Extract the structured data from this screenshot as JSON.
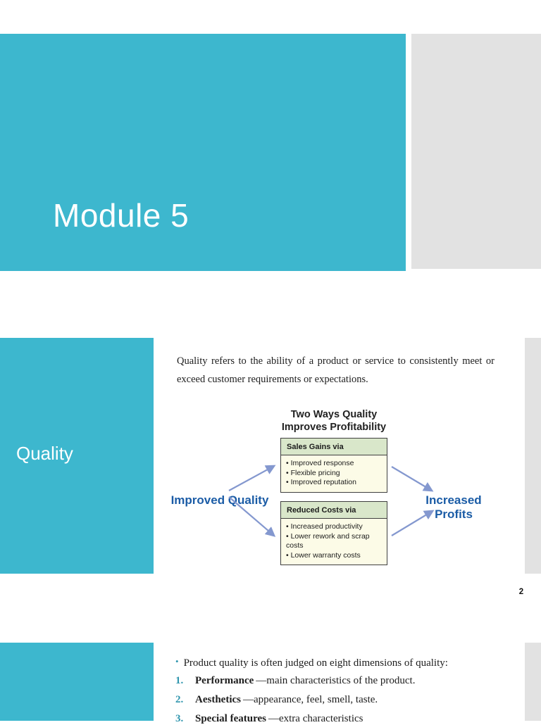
{
  "page": {
    "page_number": "2"
  },
  "slide1": {
    "title": "Module 5"
  },
  "slide2": {
    "sidebar_title": "Quality",
    "paragraph": "Quality refers to the ability of a product or service to consistently meet or exceed customer requirements or expectations.",
    "diagram": {
      "title_line1": "Two Ways Quality",
      "title_line2": "Improves Profitability",
      "left_label": "Improved Quality",
      "right_label": "Increased Profits",
      "boxes": [
        {
          "header": "Sales Gains via",
          "items": [
            "Improved response",
            "Flexible pricing",
            "Improved reputation"
          ]
        },
        {
          "header": "Reduced Costs via",
          "items": [
            "Increased productivity",
            "Lower rework and scrap costs",
            "Lower warranty costs"
          ]
        }
      ]
    }
  },
  "slide3": {
    "bullet_text": "Product quality is often judged on eight dimensions of quality:",
    "items": [
      {
        "num": "1.",
        "term": "Performance",
        "rest": "—main characteristics of the product."
      },
      {
        "num": "2.",
        "term": "Aesthetics",
        "rest": "—appearance, feel, smell, taste."
      },
      {
        "num": "3.",
        "term": "Special features",
        "rest": "—extra characteristics"
      }
    ]
  },
  "colors": {
    "teal": "#3db7ce",
    "page_edge_gray": "#e2e2e2",
    "diagram_label_blue": "#1b5ca6",
    "arrow_blue": "#8498cf",
    "list_number_teal": "#3096ae",
    "box_header_green": "#d9e7ca",
    "box_body_cream": "#fcfbe7"
  }
}
